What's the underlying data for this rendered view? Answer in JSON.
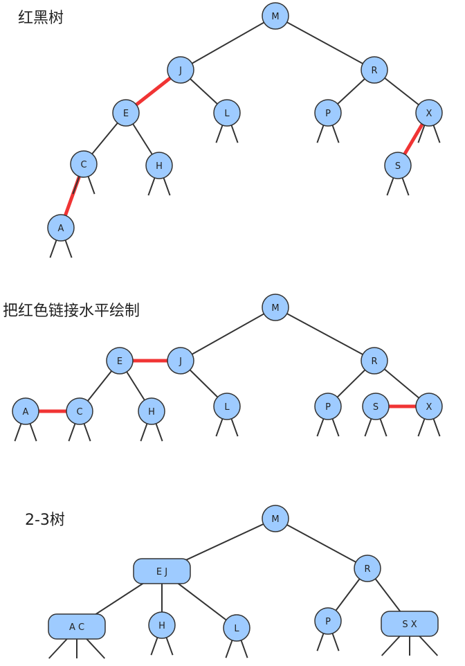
{
  "sections": [
    {
      "title": "红黑树",
      "nodes": [
        {
          "label": "M"
        },
        {
          "label": "J"
        },
        {
          "label": "R"
        },
        {
          "label": "E"
        },
        {
          "label": "L"
        },
        {
          "label": "P"
        },
        {
          "label": "X"
        },
        {
          "label": "C"
        },
        {
          "label": "H"
        },
        {
          "label": "S"
        },
        {
          "label": "A"
        }
      ],
      "links": [
        {
          "from": "M",
          "to": "J",
          "color": "black"
        },
        {
          "from": "M",
          "to": "R",
          "color": "black"
        },
        {
          "from": "J",
          "to": "E",
          "color": "red"
        },
        {
          "from": "J",
          "to": "L",
          "color": "black"
        },
        {
          "from": "R",
          "to": "P",
          "color": "black"
        },
        {
          "from": "R",
          "to": "X",
          "color": "black"
        },
        {
          "from": "E",
          "to": "C",
          "color": "black"
        },
        {
          "from": "E",
          "to": "H",
          "color": "black"
        },
        {
          "from": "X",
          "to": "S",
          "color": "red"
        },
        {
          "from": "C",
          "to": "A",
          "color": "red"
        }
      ]
    },
    {
      "title": "把红色链接水平绘制",
      "nodes": [
        {
          "label": "M"
        },
        {
          "label": "J"
        },
        {
          "label": "E"
        },
        {
          "label": "R"
        },
        {
          "label": "A"
        },
        {
          "label": "C"
        },
        {
          "label": "H"
        },
        {
          "label": "L"
        },
        {
          "label": "P"
        },
        {
          "label": "S"
        },
        {
          "label": "X"
        }
      ],
      "links": [
        {
          "from": "M",
          "to": "J",
          "color": "black"
        },
        {
          "from": "M",
          "to": "R",
          "color": "black"
        },
        {
          "from": "E",
          "to": "J",
          "color": "red"
        },
        {
          "from": "E",
          "to": "C",
          "color": "black"
        },
        {
          "from": "E",
          "to": "H",
          "color": "black"
        },
        {
          "from": "J",
          "to": "L",
          "color": "black"
        },
        {
          "from": "A",
          "to": "C",
          "color": "red"
        },
        {
          "from": "R",
          "to": "P",
          "color": "black"
        },
        {
          "from": "R",
          "to": "X",
          "color": "black"
        },
        {
          "from": "S",
          "to": "X",
          "color": "red"
        }
      ]
    },
    {
      "title": "2-3树",
      "nodes": [
        {
          "label": "M"
        },
        {
          "label": "E J"
        },
        {
          "label": "R"
        },
        {
          "label": "A C"
        },
        {
          "label": "H"
        },
        {
          "label": "L"
        },
        {
          "label": "P"
        },
        {
          "label": "S X"
        }
      ],
      "links": [
        {
          "from": "M",
          "to": "E J",
          "color": "black"
        },
        {
          "from": "M",
          "to": "R",
          "color": "black"
        },
        {
          "from": "E J",
          "to": "A C",
          "color": "black"
        },
        {
          "from": "E J",
          "to": "H",
          "color": "black"
        },
        {
          "from": "E J",
          "to": "L",
          "color": "black"
        },
        {
          "from": "R",
          "to": "P",
          "color": "black"
        },
        {
          "from": "R",
          "to": "S X",
          "color": "black"
        }
      ]
    }
  ],
  "colors": {
    "node_fill": "#9ecbff",
    "node_stroke": "#333333",
    "link_black": "#333333",
    "link_red": "#f03434"
  }
}
